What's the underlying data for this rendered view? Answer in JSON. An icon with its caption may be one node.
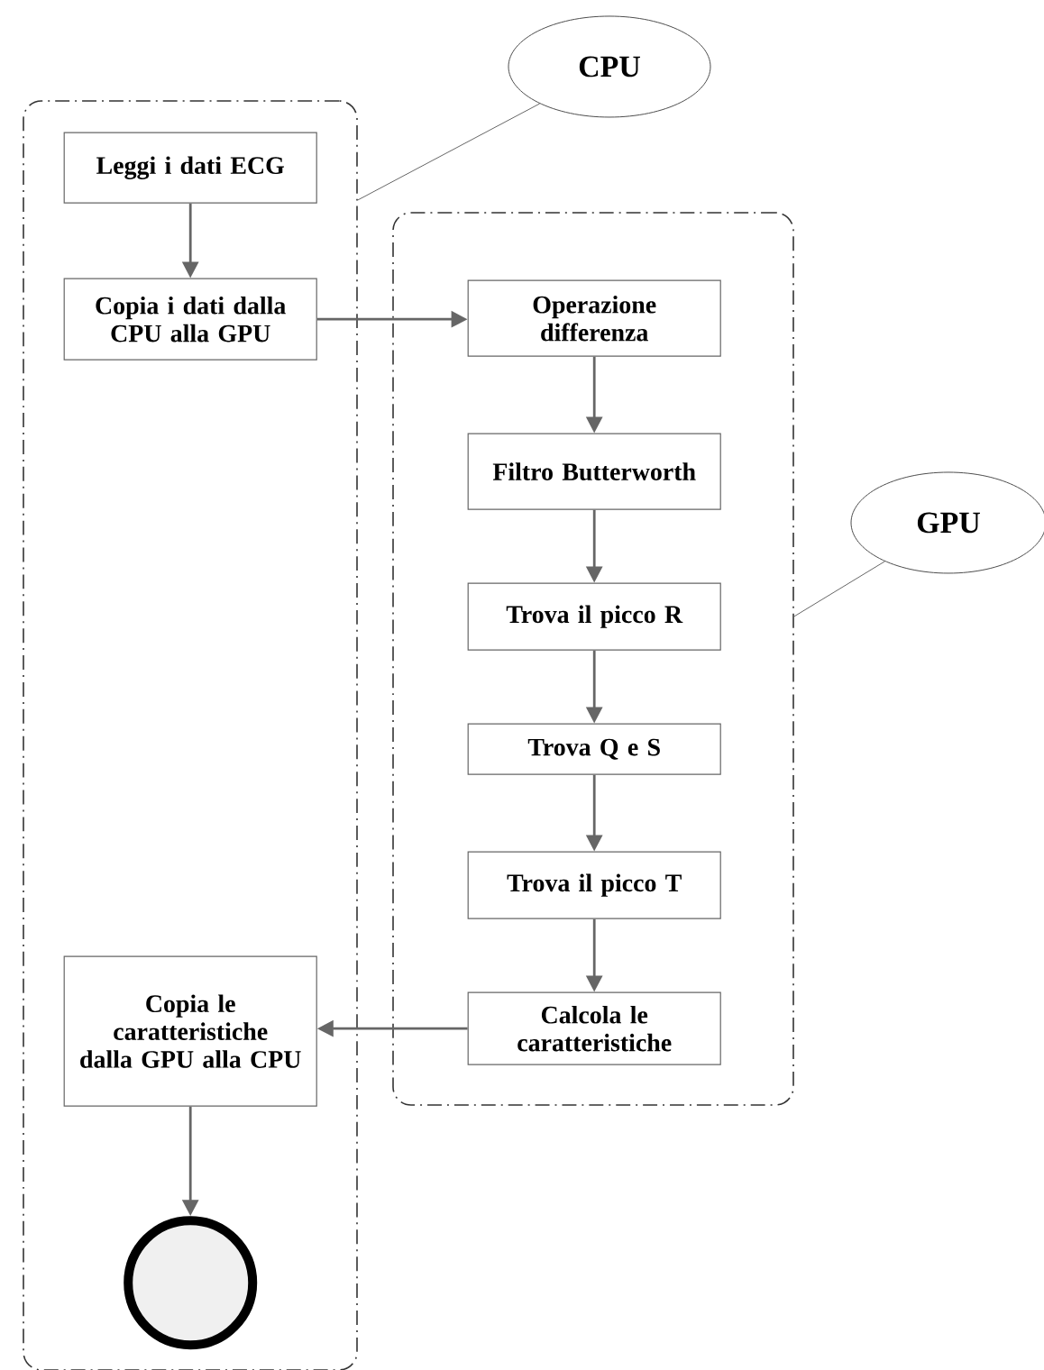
{
  "diagram": {
    "nodes": [
      {
        "text": [
          "CPU"
        ]
      },
      {
        "text": [],
        "shape": "box"
      },
      {
        "text": [
          "Leggi i dati ECG"
        ],
        "in": 1
      },
      {
        "text": [
          "Copia i dati dalla CPU alla GPU"
        ],
        "in": 1
      },
      {
        "text": [],
        "shape": "box"
      },
      {
        "text": [
          "Operazione differenza"
        ],
        "in": 4
      },
      {
        "text": [
          "Filtro Butterworth"
        ],
        "in": 4
      },
      {
        "text": [
          "Trova il picco R"
        ],
        "in": 4
      },
      {
        "text": [
          "GPU"
        ]
      },
      {
        "text": [
          "Trova Q e S"
        ],
        "in": 4
      },
      {
        "text": [
          "Trova il picco T"
        ],
        "in": 4
      },
      {
        "text": [
          "Calcola le caratteristiche"
        ],
        "in": 4
      },
      {
        "text": [
          "Copia le caratteristiche dalla GPU alla CPU"
        ],
        "in": 1
      },
      {
        "text": [],
        "shape": "circle",
        "in": 1
      }
    ],
    "edges": [
      {
        "from": 0,
        "to": 1,
        "arrow": "none"
      },
      {
        "from": 2,
        "to": 3,
        "arrow": "to"
      },
      {
        "from": 3,
        "to": 5,
        "arrow": "to"
      },
      {
        "from": 5,
        "to": 6,
        "arrow": "to"
      },
      {
        "from": 6,
        "to": 7,
        "arrow": "to"
      },
      {
        "from": 7,
        "to": 9,
        "arrow": "to"
      },
      {
        "from": 9,
        "to": 10,
        "arrow": "to"
      },
      {
        "from": 10,
        "to": 11,
        "arrow": "to"
      },
      {
        "from": 11,
        "to": 12,
        "arrow": "to"
      },
      {
        "from": 12,
        "to": 13,
        "arrow": "to"
      },
      {
        "from": 8,
        "to": 4,
        "arrow": "none"
      }
    ]
  }
}
